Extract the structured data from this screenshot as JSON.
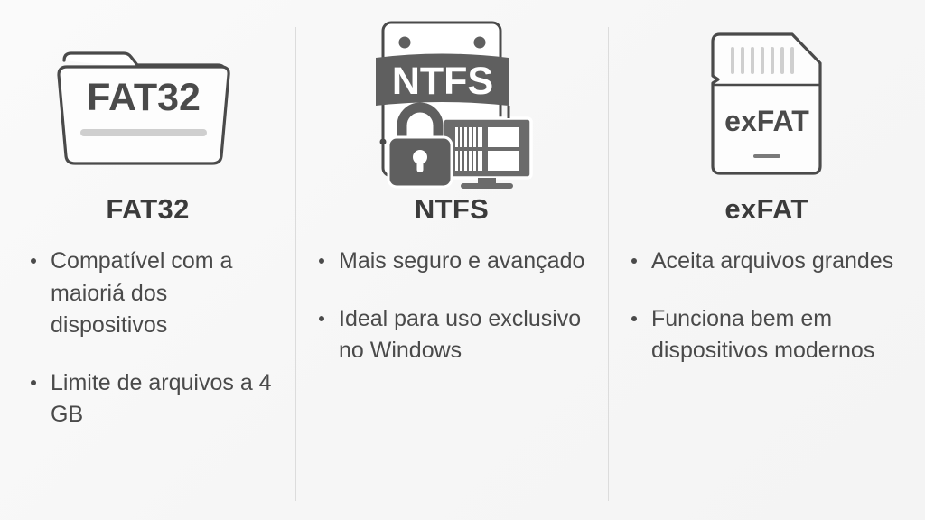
{
  "slide": {
    "background_color": "#f7f7f7",
    "divider_color": "#dcdcdc",
    "heading_color": "#3b3b3b",
    "body_text_color": "#4a4a4a",
    "icon_outline_color": "#4a4a4a",
    "icon_fill_color": "#5f5f5f"
  },
  "columns": [
    {
      "id": "fat32",
      "icon_name": "folder-fat32-icon",
      "icon_label": "FAT32",
      "heading": "FAT32",
      "bullets": [
        "Compatível com a maioriá dos dispositivos",
        "Limite de arquivos a 4 GB"
      ]
    },
    {
      "id": "ntfs",
      "icon_name": "ntfs-card-lock-monitor-icon",
      "icon_label": "NTFS",
      "heading": "NTFS",
      "bullets": [
        "Mais seguro e avançado",
        "Ideal para uso exclusivo no Windows"
      ]
    },
    {
      "id": "exfat",
      "icon_name": "sd-card-exfat-icon",
      "icon_label": "exFAT",
      "heading": "exFAT",
      "bullets": [
        "Aceita arquivos grandes",
        "Funciona bem em dispositivos modernos"
      ]
    }
  ]
}
